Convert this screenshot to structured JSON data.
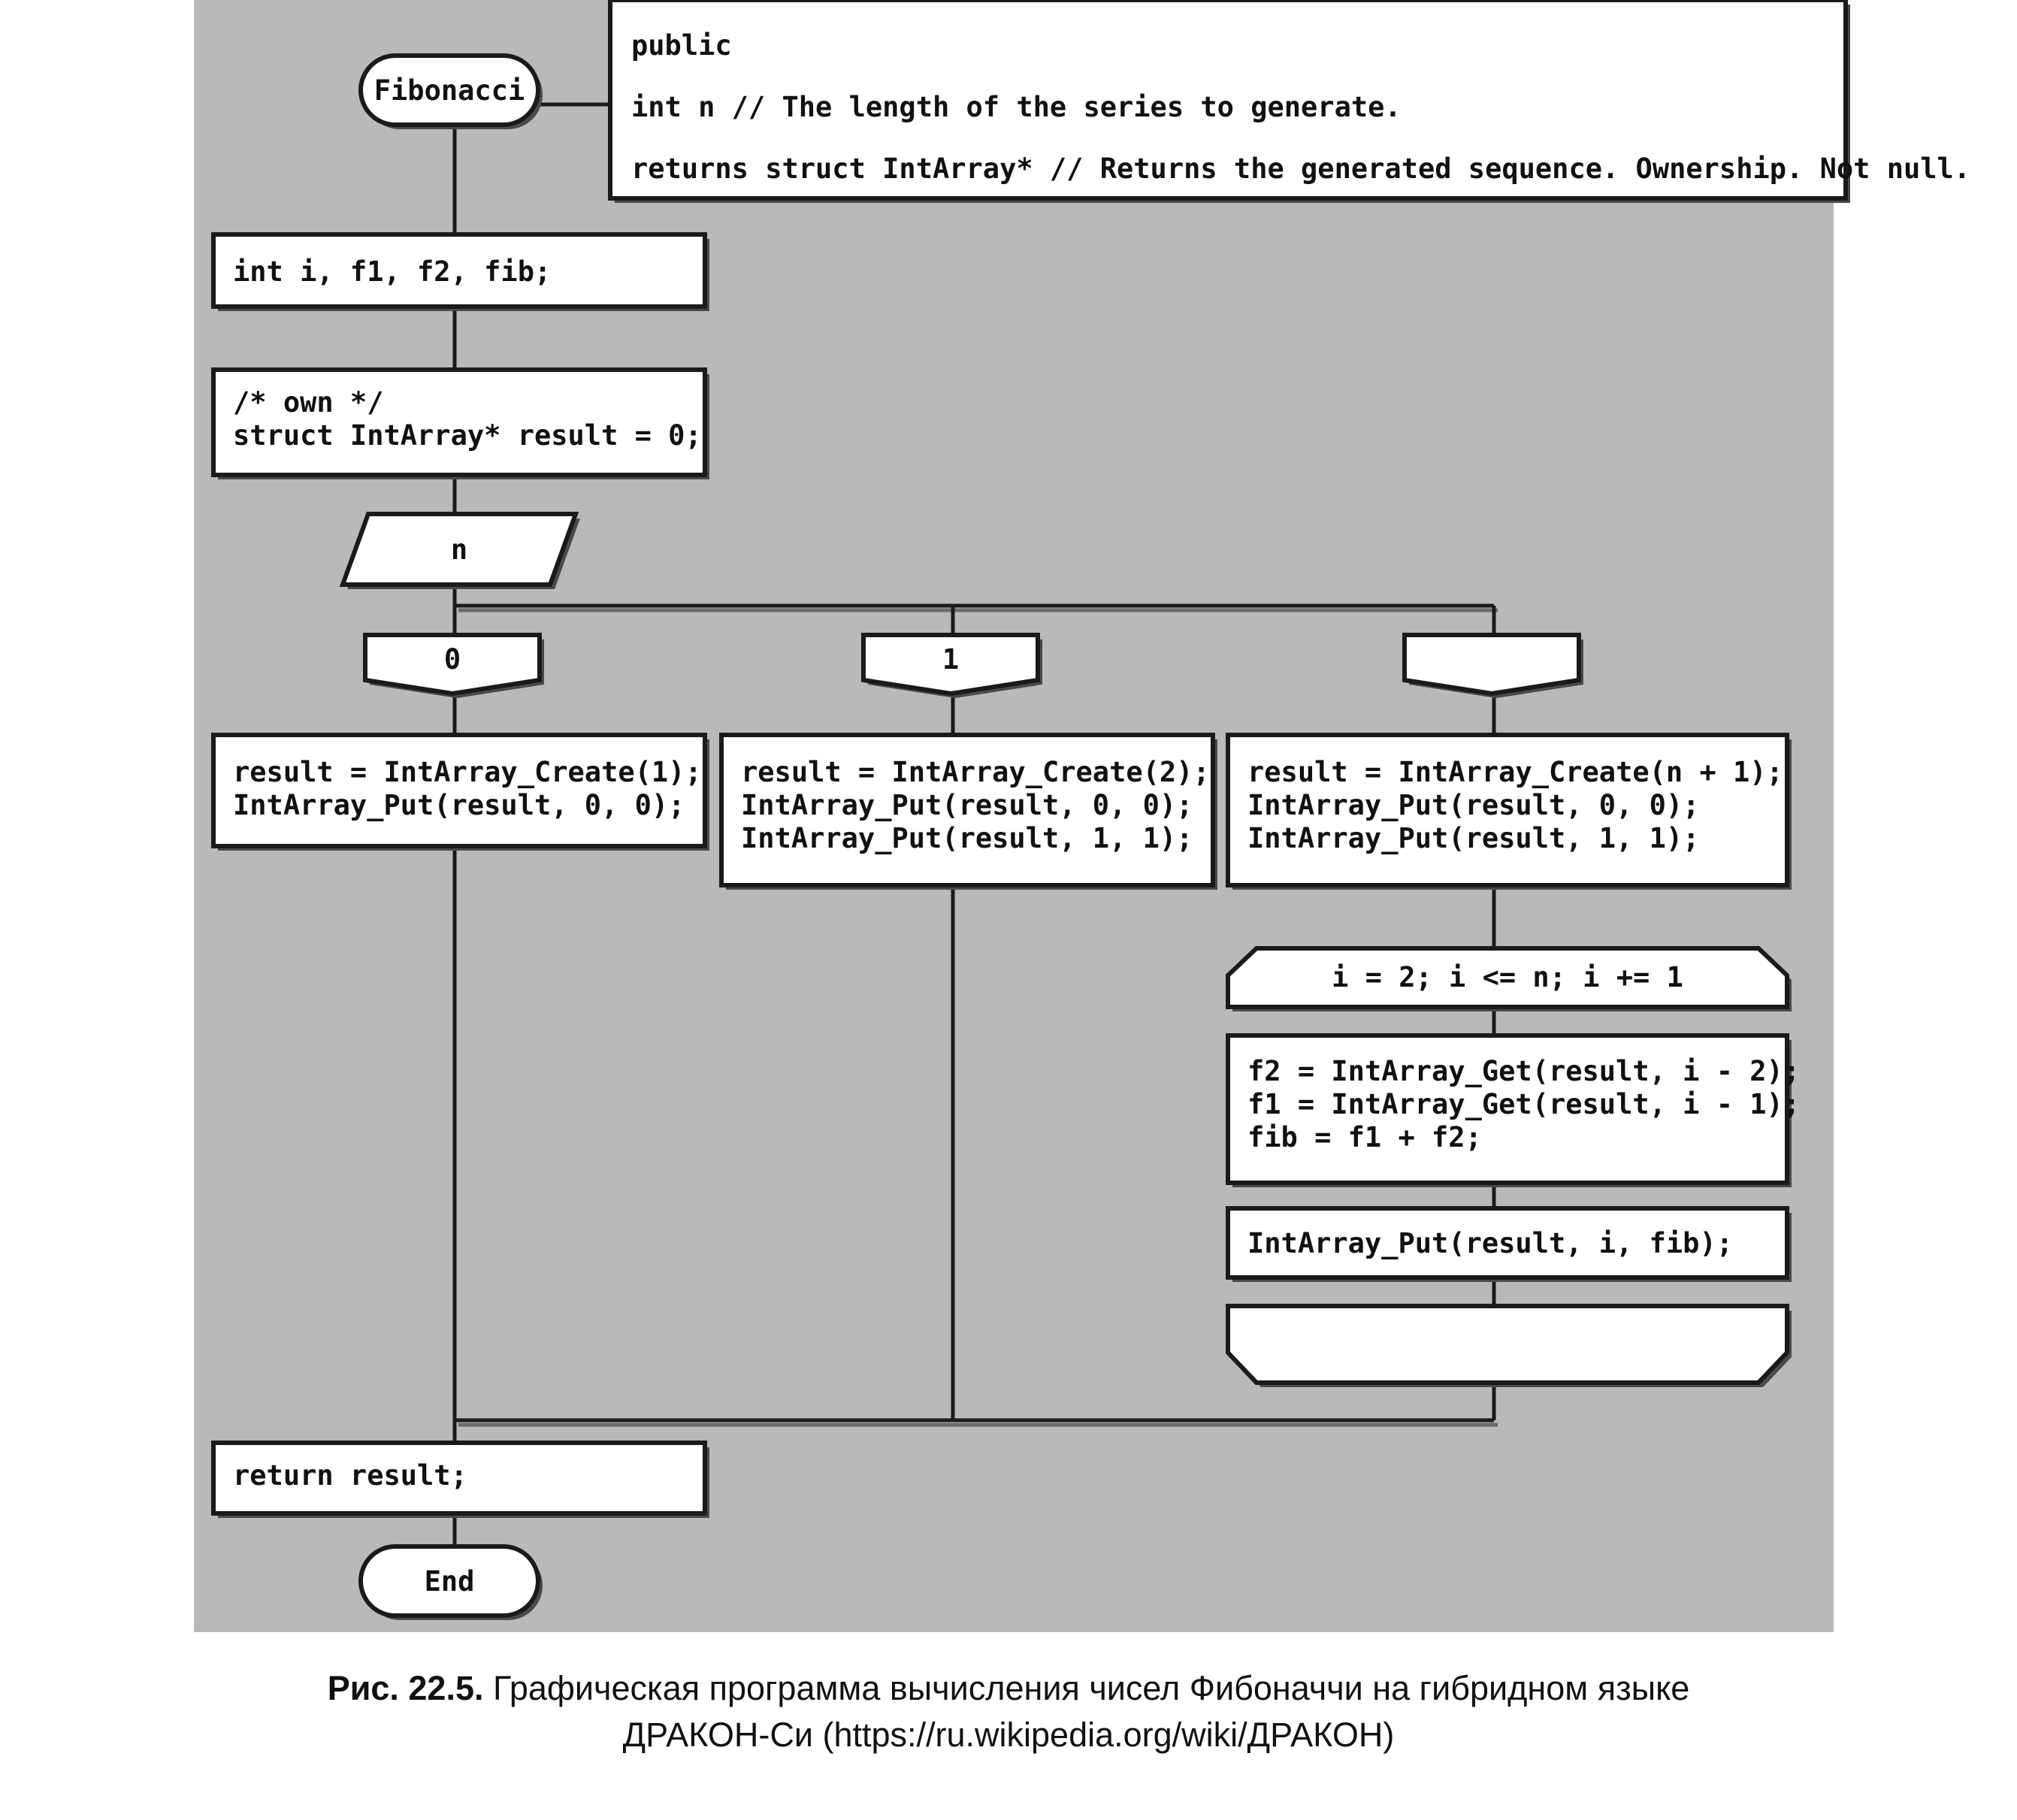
{
  "figure": {
    "canvas_bg": "#b9b9b9",
    "shape_fill": "#ffffff",
    "shape_stroke": "#1a1a1a",
    "caption_label": "Рис. 22.5.",
    "caption_line1": " Графическая программа вычисления чисел Фибоначчи на гибридном языке",
    "caption_line2": "ДРАКОН-Си (https://ru.wikipedia.org/wiki/ДРАКОН)"
  },
  "diagram": {
    "title_node": "Fibonacci",
    "end_node": "End",
    "header": {
      "line1": "public",
      "line2": "int n // The length of the series to generate.",
      "line3": "returns struct IntArray* // Returns the generated sequence. Ownership. Not null."
    },
    "declare_box": "int i, f1, f2, fib;",
    "own_box": {
      "line1": "/* own */",
      "line2": "struct IntArray* result = 0;"
    },
    "switch_selector": "n",
    "cases": [
      {
        "label": "0"
      },
      {
        "label": "1"
      },
      {
        "label": ""
      }
    ],
    "branch0_action": {
      "line1": "result = IntArray_Create(1);",
      "line2": "IntArray_Put(result, 0, 0);"
    },
    "branch1_action": {
      "line1": "result = IntArray_Create(2);",
      "line2": "IntArray_Put(result, 0, 0);",
      "line3": "IntArray_Put(result, 1, 1);"
    },
    "branch2_action": {
      "line1": "result = IntArray_Create(n + 1);",
      "line2": "IntArray_Put(result, 0, 0);",
      "line3": "IntArray_Put(result, 1, 1);"
    },
    "loop_header": "i = 2; i <= n; i += 1",
    "loop_body": {
      "line1": "f2 = IntArray_Get(result, i - 2);",
      "line2": "f1 = IntArray_Get(result, i - 1);",
      "line3": "fib = f1 + f2;"
    },
    "loop_put": "IntArray_Put(result, i, fib);",
    "loop_footer": "",
    "return_box": "return result;"
  }
}
